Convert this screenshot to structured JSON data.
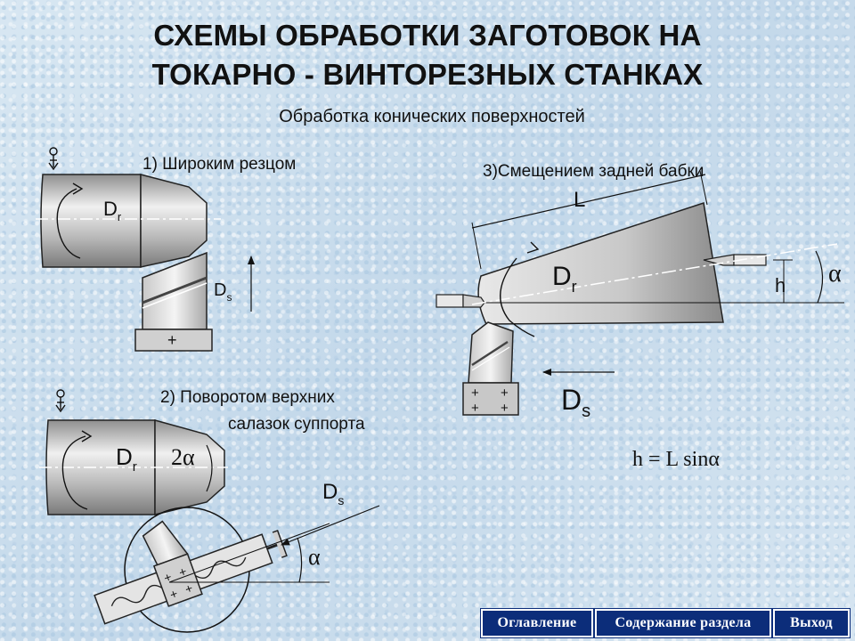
{
  "title_line1": "СХЕМЫ ОБРАБОТКИ ЗАГОТОВОК НА",
  "title_line2": "ТОКАРНО - ВИНТОРЕЗНЫХ СТАНКАХ",
  "subtitle": "Обработка конических поверхностей",
  "method1": "1) Широким резцом",
  "method2_line1": "2) Поворотом верхних",
  "method2_line2": "салазок суппорта",
  "method3": "3)Смещением задней бабки",
  "labels": {
    "Dr_main": "D",
    "Dr_sub": "r",
    "Ds_main": "D",
    "Ds_sub": "s",
    "two_alpha": "2α",
    "alpha": "α",
    "L": "L",
    "h": "h"
  },
  "formula": "h = L sinα",
  "nav": {
    "contents": "Оглавление",
    "section": "Содержание раздела",
    "exit": "Выход"
  },
  "colors": {
    "navy": "#0c2d7a",
    "metal_light": "#e6e6e6",
    "metal_dark": "#8c8c8c"
  }
}
